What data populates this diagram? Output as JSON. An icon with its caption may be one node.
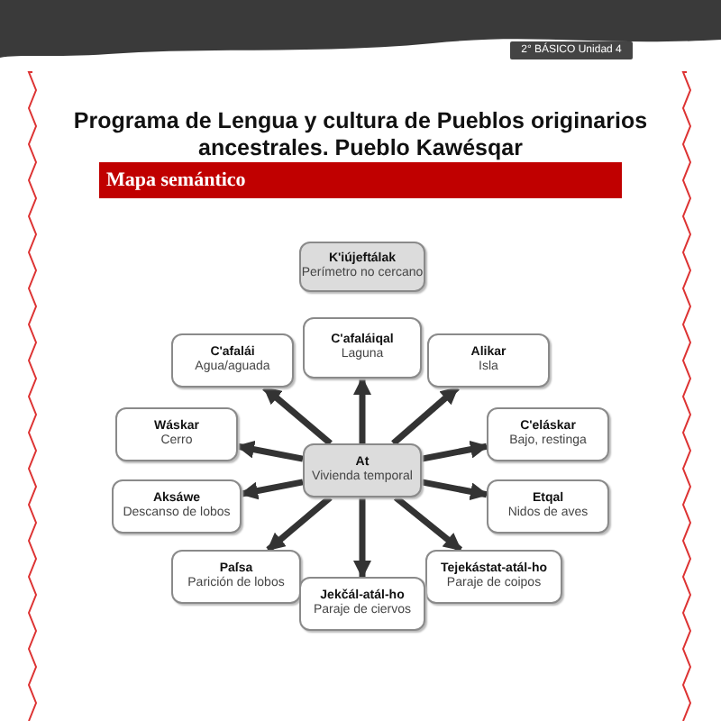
{
  "diagram": {
    "title": "Programa de Lengua y cultura de Pueblos originarios ancestrales. Pueblo Kawésqar",
    "nodes": [
      {
        "text": [
          "K'iújeftálak",
          "Perímetro no cercano"
        ]
      },
      {
        "text": [
          "C'afalái",
          "Agua/aguada"
        ]
      },
      {
        "text": [
          "C'afaláiqal",
          "Laguna"
        ]
      },
      {
        "text": [
          "Alikar",
          "Isla"
        ]
      },
      {
        "text": [
          "Wáskar",
          "Cerro"
        ]
      },
      {
        "text": [
          "C'eláskar",
          "Bajo, restinga"
        ]
      },
      {
        "text": [
          "At",
          "Vivienda temporal"
        ]
      },
      {
        "text": [
          "Aksáwe",
          "Descanso de lobos"
        ]
      },
      {
        "text": [
          "Etqal",
          "Nidos de aves"
        ]
      },
      {
        "text": [
          "Paſsa",
          "Parición de lobos"
        ]
      },
      {
        "text": [
          "Tejekástat-atál-ho",
          "Paraje de coipos"
        ]
      },
      {
        "text": [
          "Jekčál-atál-ho",
          "Paraje de ciervos"
        ]
      }
    ],
    "edges": [
      {
        "from": 6,
        "to": 1,
        "arrow": "to"
      },
      {
        "from": 6,
        "to": 2,
        "arrow": "to"
      },
      {
        "from": 6,
        "to": 3,
        "arrow": "to"
      },
      {
        "from": 6,
        "to": 4,
        "arrow": "to"
      },
      {
        "from": 6,
        "to": 5,
        "arrow": "to"
      },
      {
        "from": 6,
        "to": 7,
        "arrow": "to"
      },
      {
        "from": 6,
        "to": 8,
        "arrow": "to"
      },
      {
        "from": 6,
        "to": 9,
        "arrow": "to"
      },
      {
        "from": 6,
        "to": 10,
        "arrow": "to"
      },
      {
        "from": 6,
        "to": 11,
        "arrow": "to"
      }
    ],
    "labels": [
      "2° BÁSICO Unidad 4",
      "Mapa semántico"
    ]
  }
}
